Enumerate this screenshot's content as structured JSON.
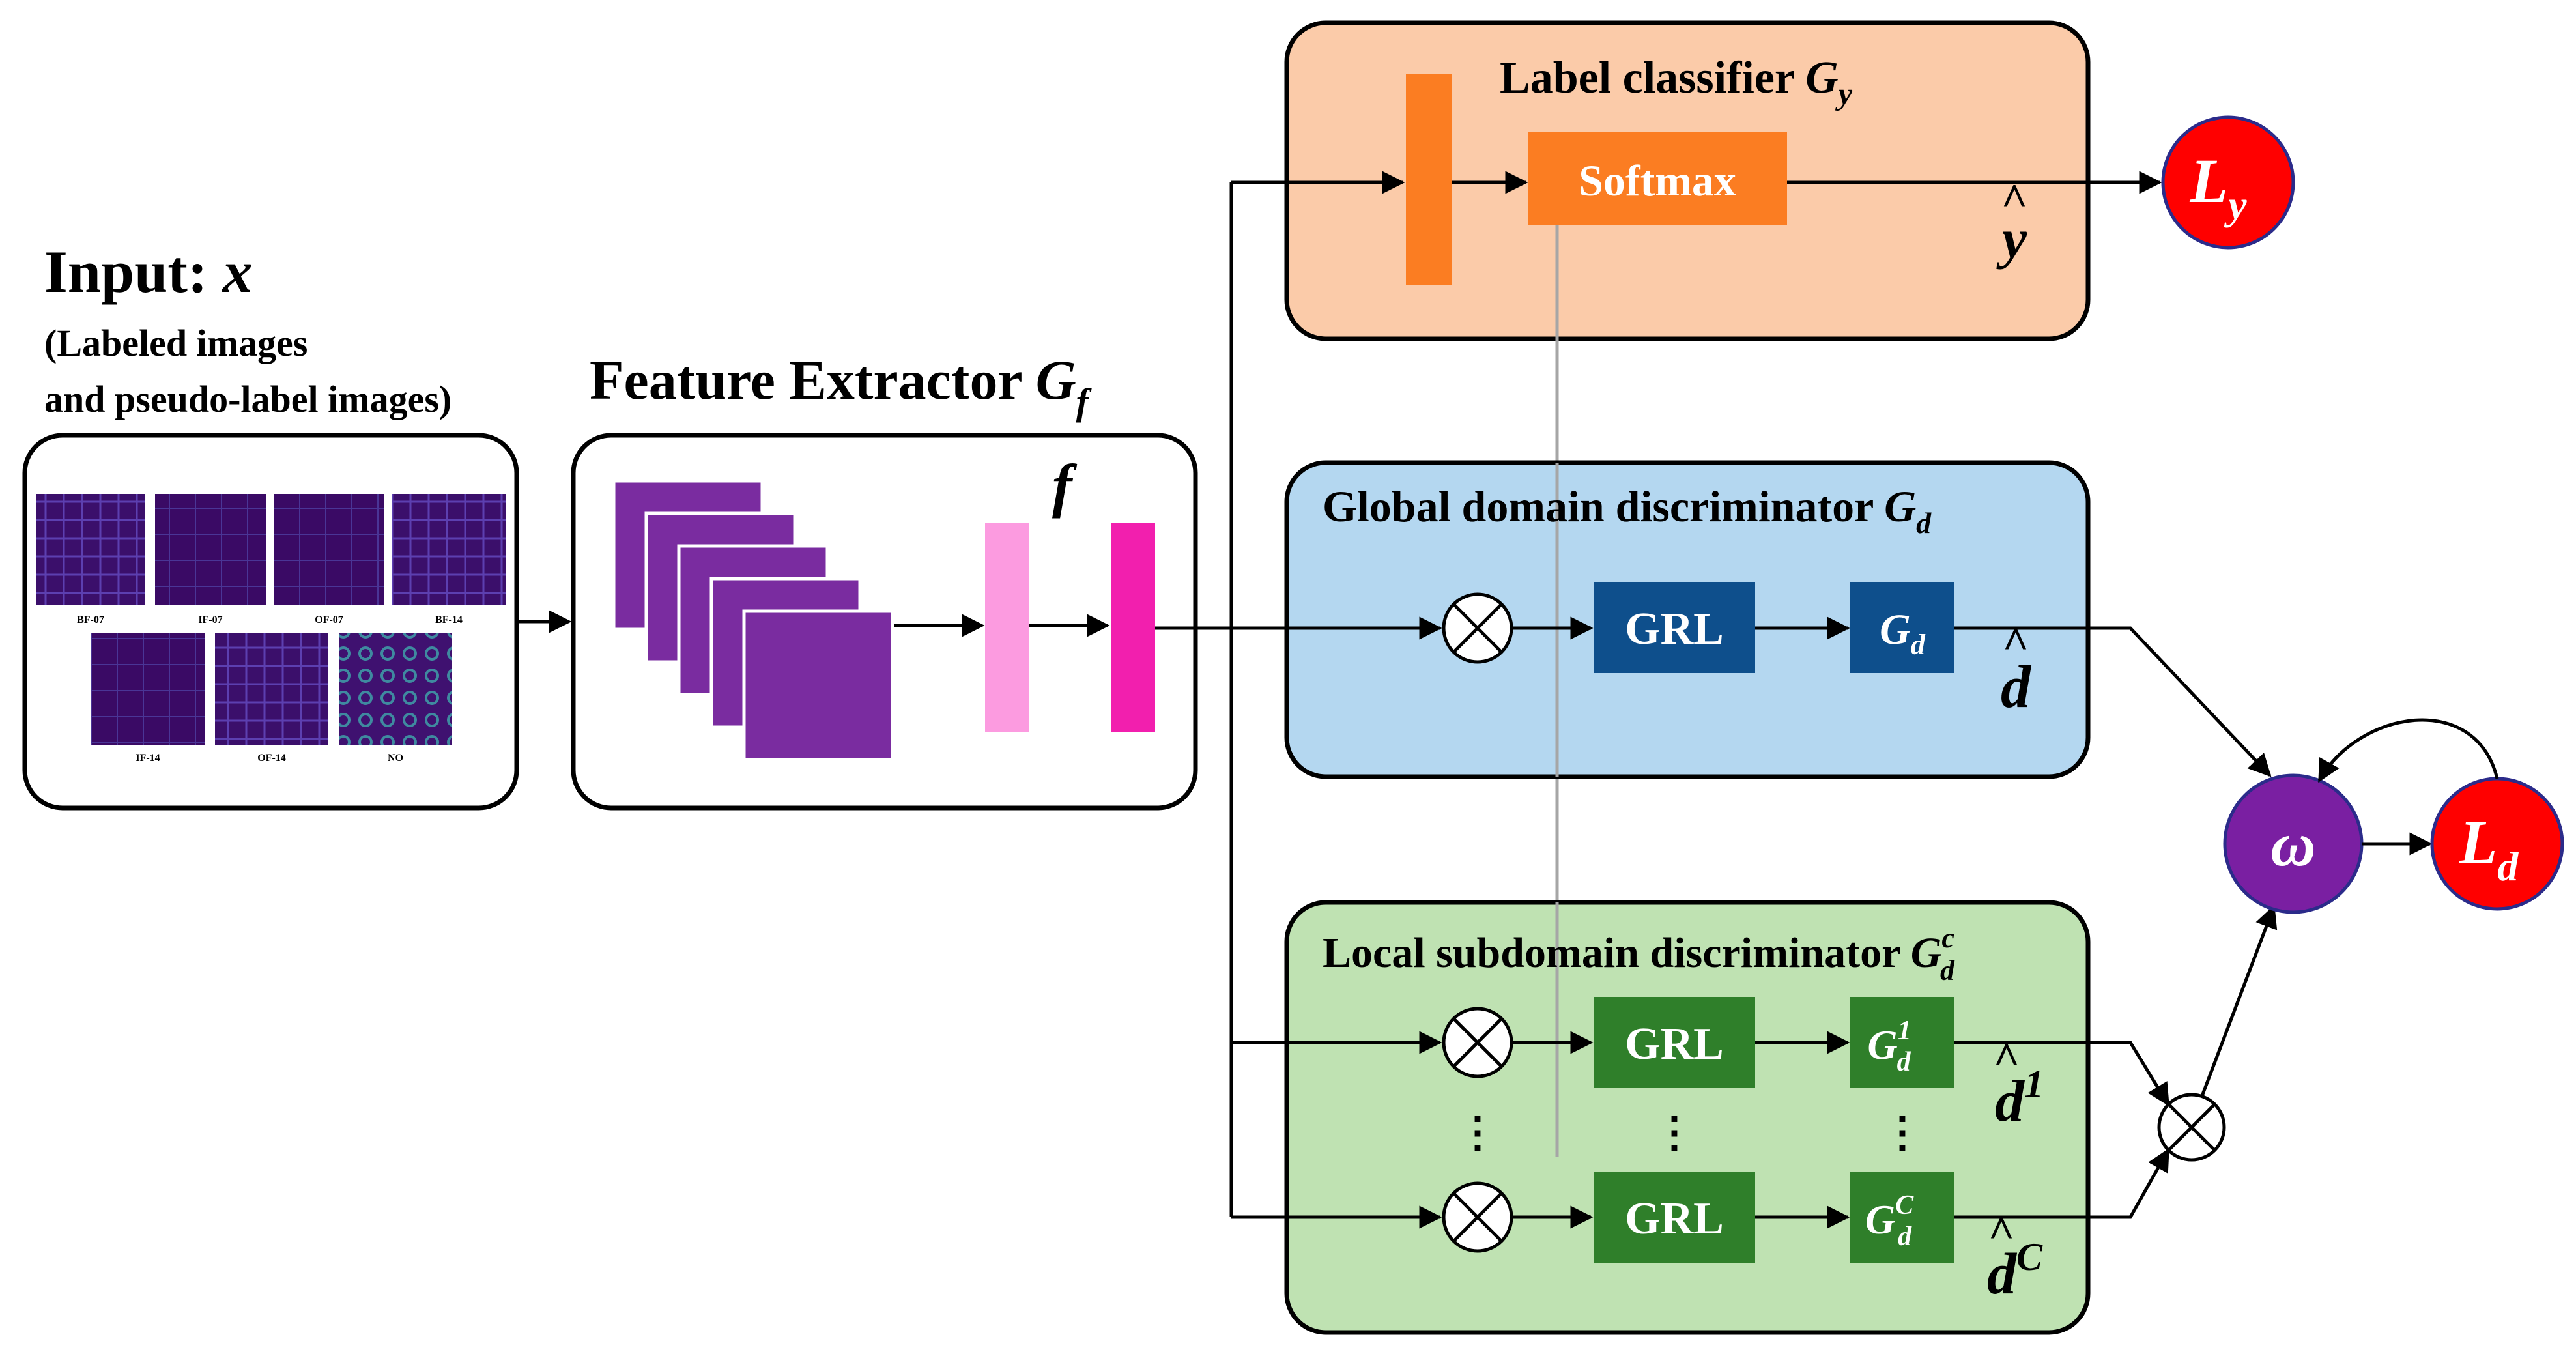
{
  "input": {
    "title": "Input: ",
    "symbol": "x",
    "subtitle_line1": "(Labeled images",
    "subtitle_line2": "and pseudo-label images)",
    "thumbnails": [
      "BF-07",
      "IF-07",
      "OF-07",
      "BF-14",
      "IF-14",
      "OF-14",
      "NO"
    ]
  },
  "feature_extractor": {
    "title": "Feature Extractor ",
    "symbol": "G",
    "symbol_sub": "f",
    "feature_label": "f"
  },
  "label_classifier": {
    "title": "Label classifier ",
    "symbol": "G",
    "symbol_sub": "y",
    "softmax": "Softmax",
    "output": "y"
  },
  "global_discriminator": {
    "title": "Global domain discriminator ",
    "symbol": "G",
    "symbol_sub": "d",
    "grl": "GRL",
    "block": "G",
    "block_sub": "d",
    "output": "d"
  },
  "local_discriminator": {
    "title": "Local subdomain discriminator ",
    "symbol": "G",
    "symbol_sub": "d",
    "symbol_sup": "c",
    "grl": "GRL",
    "row1_block": "G",
    "row1_sub": "d",
    "row1_sup": "1",
    "rowC_block": "G",
    "rowC_sub": "d",
    "rowC_sup": "C",
    "out1": "d",
    "out1_sup": "1",
    "outC": "d",
    "outC_sup": "C",
    "dots": "⋮"
  },
  "losses": {
    "ly": "L",
    "ly_sub": "y",
    "ld": "L",
    "ld_sub": "d",
    "omega": "ω"
  },
  "colors": {
    "orange_bg": "#FBCBA9",
    "orange_block": "#FB7D22",
    "blue_bg": "#B4D7F0",
    "blue_block": "#0E4F8C",
    "green_bg": "#BFE2B2",
    "green_block": "#2F7F2A",
    "purple": "#7A2CA0",
    "pink_light": "#FC9BE0",
    "pink_dark": "#F21FAE",
    "red": "#FF0000",
    "omega": "#7A1FA2"
  }
}
